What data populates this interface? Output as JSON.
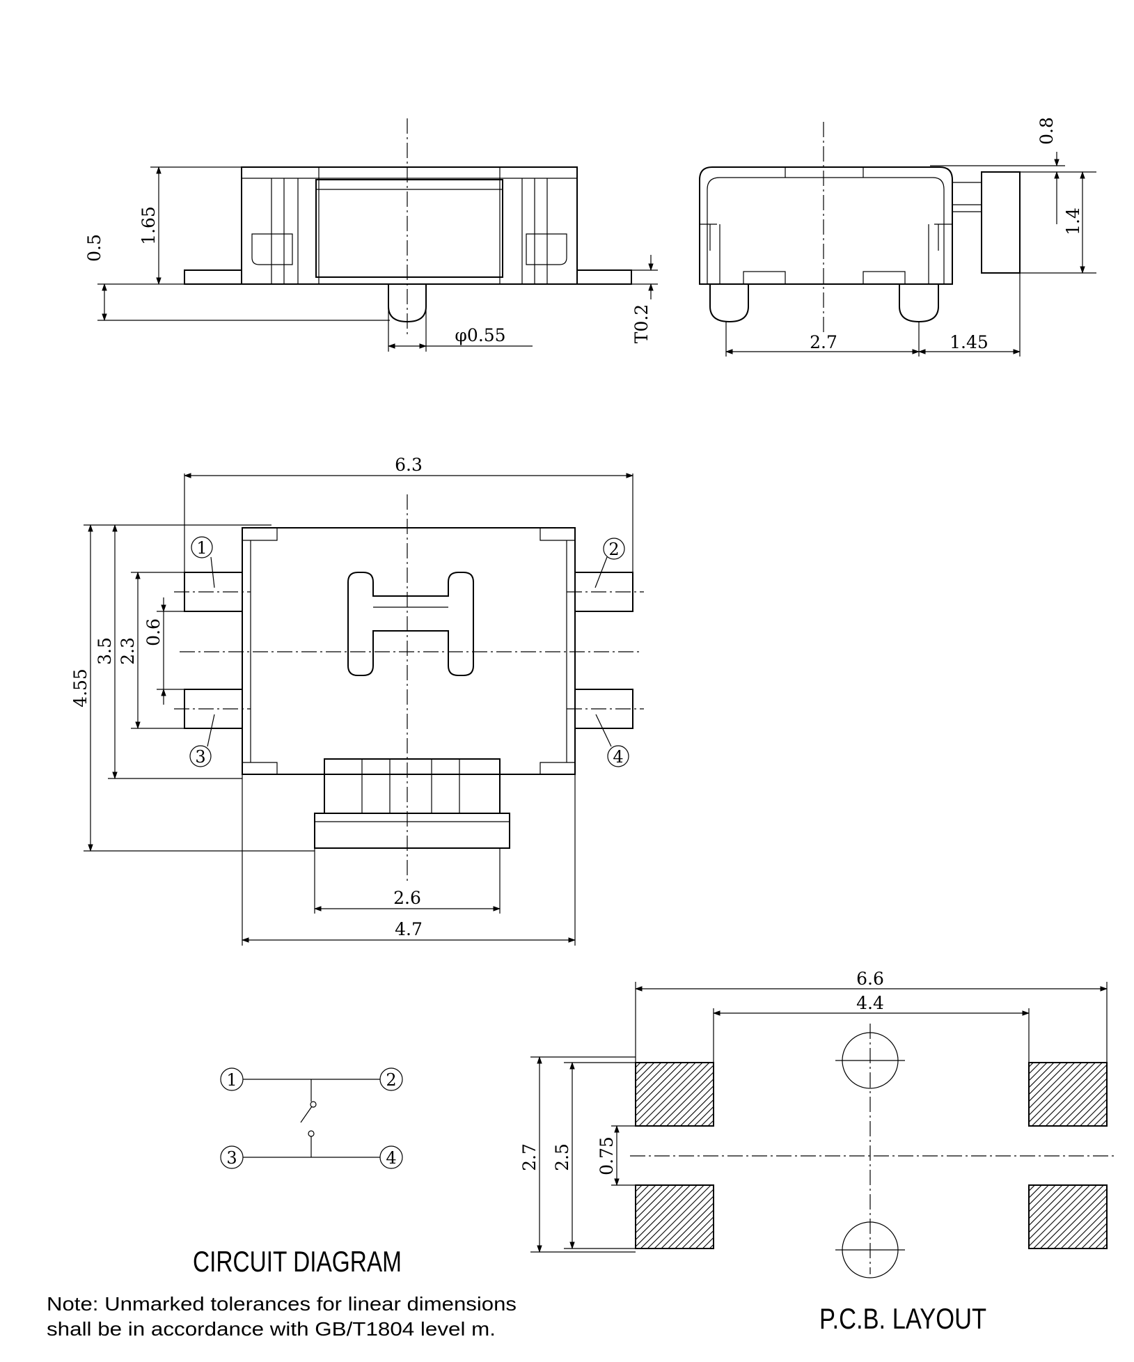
{
  "side_view": {
    "dim_1_65": "1.65",
    "dim_0_5": "0.5",
    "dim_phi_0_55": "φ0.55",
    "dim_t0_2": "T0.2"
  },
  "end_view": {
    "dim_0_8": "0.8",
    "dim_1_4": "1.4",
    "dim_2_7": "2.7",
    "dim_1_45": "1.45"
  },
  "top_view": {
    "dim_6_3": "6.3",
    "dim_4_55": "4.55",
    "dim_3_5": "3.5",
    "dim_2_3": "2.3",
    "dim_0_6": "0.6",
    "dim_2_6": "2.6",
    "dim_4_7": "4.7",
    "pins": [
      "1",
      "2",
      "3",
      "4"
    ]
  },
  "circuit": {
    "pins": [
      "1",
      "2",
      "3",
      "4"
    ],
    "title": "CIRCUIT DIAGRAM"
  },
  "pcb": {
    "dim_6_6": "6.6",
    "dim_4_4": "4.4",
    "dim_2_7": "2.7",
    "dim_2_5": "2.5",
    "dim_0_75": "0.75",
    "title": "P.C.B. LAYOUT"
  },
  "note": {
    "line1": "Note: Unmarked tolerances for linear dimensions",
    "line2": "shall be in accordance with GB/T1804 level m."
  }
}
